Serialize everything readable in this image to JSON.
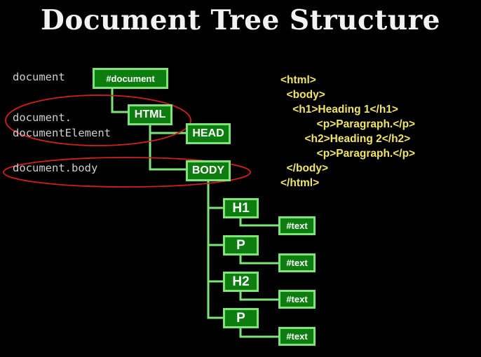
{
  "title": "Document Tree Structure",
  "labels": {
    "document": "document",
    "document_element_line1": "document.",
    "document_element_line2": "documentElement",
    "document_body": "document.body"
  },
  "nodes": {
    "document": "#document",
    "html": "HTML",
    "head": "HEAD",
    "body": "BODY",
    "h1": "H1",
    "h1_text": "#text",
    "p1": "P",
    "p1_text": "#text",
    "h2": "H2",
    "h2_text": "#text",
    "p2": "P",
    "p2_text": "#text"
  },
  "html_source": [
    "<html>",
    "  <body>",
    "    <h1>Heading 1</h1>",
    "            <p>Paragraph.</p>",
    "        <h2>Heading 2</h2>",
    "            <p>Paragraph.</p>",
    "  </body>",
    "</html>"
  ],
  "colors": {
    "node_fill": "#0d7d10",
    "node_border": "#7ee37a",
    "connector": "#7ee37a",
    "source_text": "#f0e46a",
    "annotation": "#d0201c"
  }
}
